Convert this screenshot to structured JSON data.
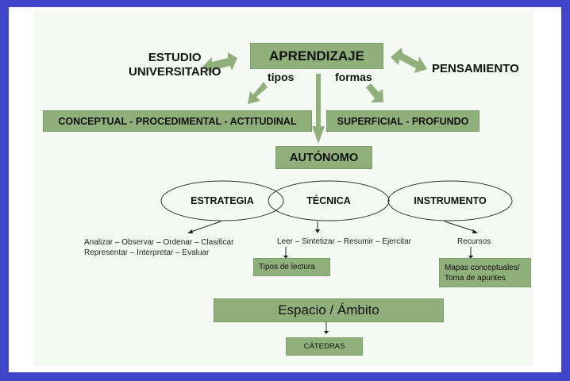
{
  "diagram": {
    "central": "APRENDIZAJE",
    "left_relation": {
      "line1": "ESTUDIO",
      "line2": "UNIVERSITARIO"
    },
    "right_relation": "PENSAMIENTO",
    "branch_labels": {
      "left": "tipos",
      "right": "formas"
    },
    "types_box": "CONCEPTUAL - PROCEDIMENTAL - ACTITUDINAL",
    "forms_box": "SUPERFICIAL - PROFUNDO",
    "autonomous": "AUTÓNOMO",
    "ellipses": [
      {
        "label": "ESTRATEGIA"
      },
      {
        "label": "TÉCNICA"
      },
      {
        "label": "INSTRUMENTO"
      }
    ],
    "strategy_items": {
      "line1": "Analizar – Observar – Ordenar – Clasificar",
      "line2": "Representar – Interpretar – Evaluar"
    },
    "technique_items": "Leer – Sintetizar – Resumir – Ejercitar",
    "technique_box": "Tipos de lectura",
    "instrument_items": "Recursos",
    "instrument_box": {
      "line1": "Mapas conceptuales/",
      "line2": "Toma de apuntes"
    },
    "space_box": "Espacio / Ámbito",
    "chairs_box": "CÁTEDRAS",
    "colors": {
      "box_fill": "#8fb07a",
      "frame": "#4146c8",
      "panel": "#f5f9f4"
    }
  }
}
